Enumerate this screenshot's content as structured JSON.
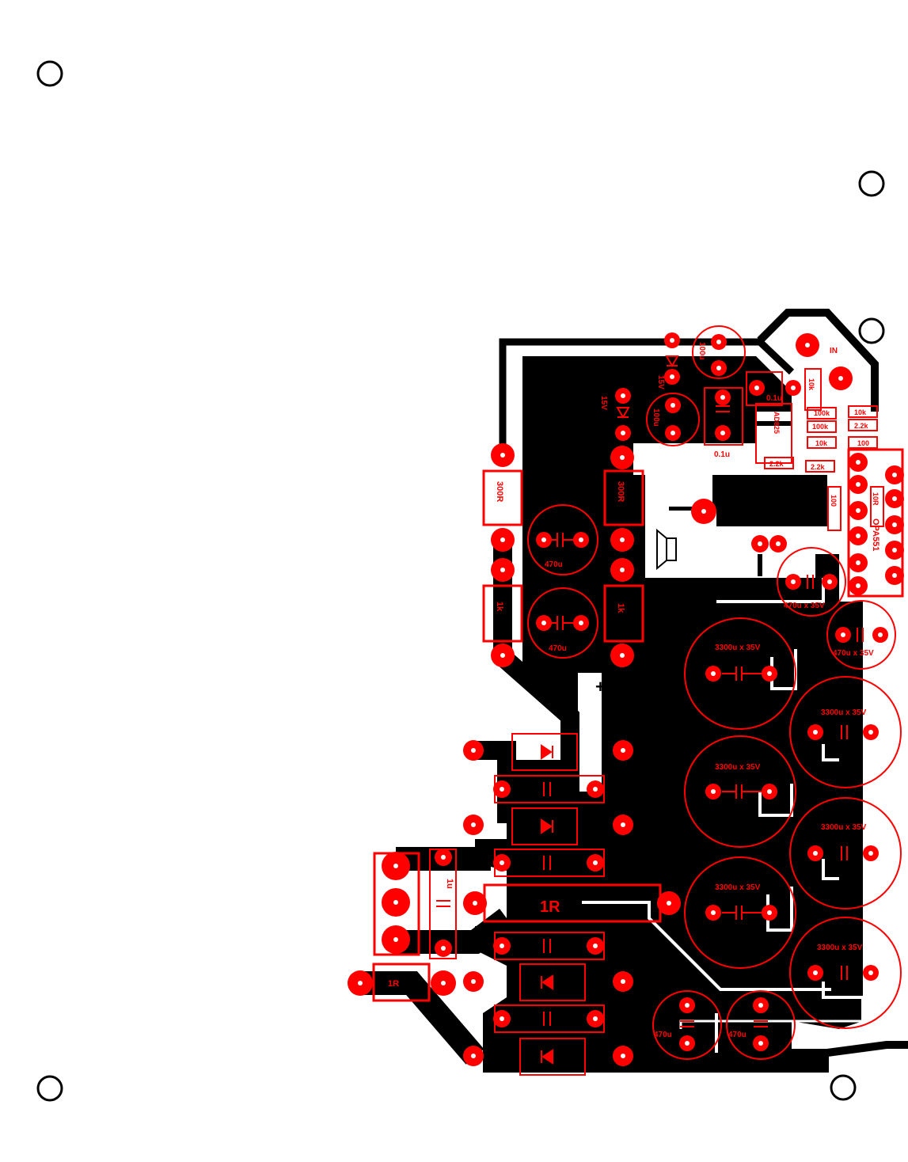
{
  "colors": {
    "copper": "#000000",
    "silk": "#ff0000",
    "board": "#ffffff",
    "pad": "#ff0000"
  },
  "labels": {
    "in": "IN",
    "v15_a": "15V",
    "v15_b": "15V",
    "c100u_a": "100u",
    "c100u_b": "100u",
    "c01u_a": "0.1u",
    "c01u_b": "0.1u",
    "r300_a": "300R",
    "r300_b": "300R",
    "c470_a": "470u",
    "c470_b": "470u",
    "r1k_a": "1k",
    "r1k_b": "1k",
    "plus": "+",
    "c470x35_a": "470u x 35V",
    "c470x35_b": "470u x 35V",
    "c3300_1": "3300u x 35V",
    "c3300_2": "3300u x 35V",
    "c3300_3": "3300u x 35V",
    "c3300_4": "3300u x 35V",
    "c3300_5": "3300u x 35V",
    "c3300_6": "3300u x 35V",
    "r1R_big": "1R",
    "r1R_small": "1R",
    "c1u": "1u",
    "c470_c": "470u",
    "c470_d": "470u",
    "r10k_a": "10k",
    "r10k_b": "10k",
    "r10k_c": "10k",
    "r100k_a": "100k",
    "r100k_b": "100k",
    "r100_a": "100",
    "r100_b": "100",
    "r2k2_a": "2.2k",
    "r2k2_b": "2.2k",
    "r2k2_c": "2.2k",
    "ic_ad": "AD825",
    "ic_opa": "OPA551",
    "r10R": "10R"
  }
}
